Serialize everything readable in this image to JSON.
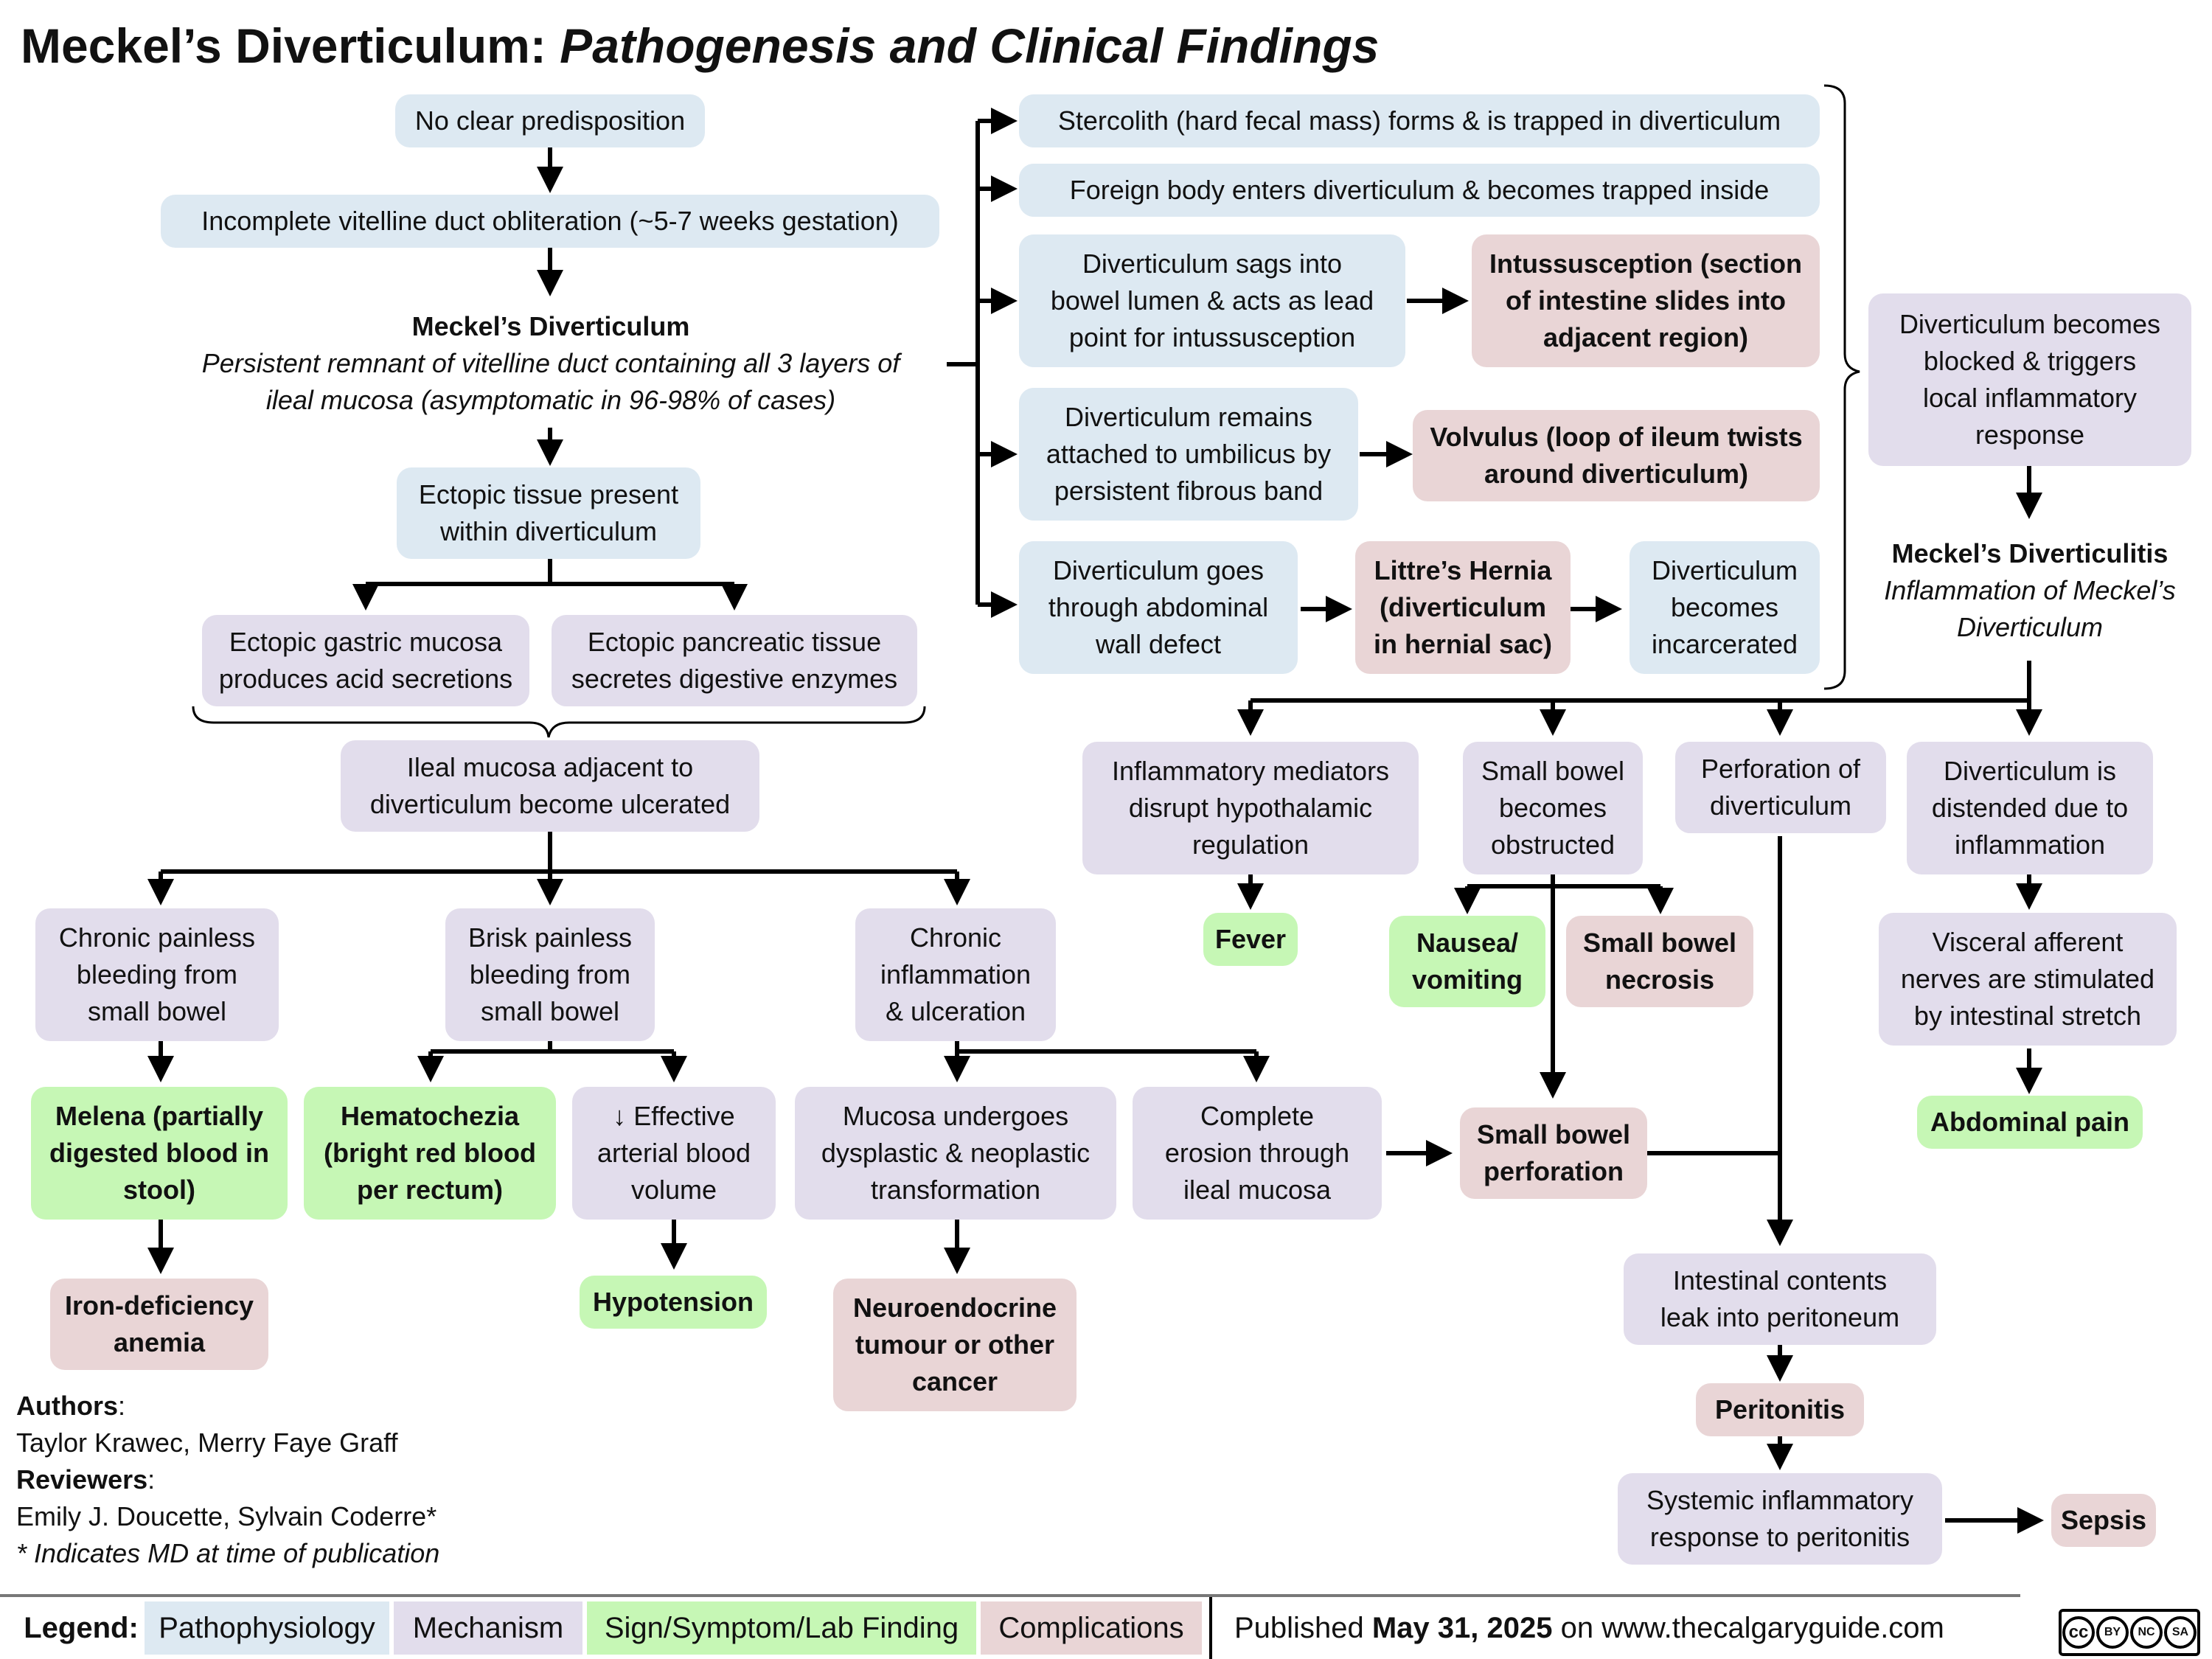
{
  "title": {
    "main": "Meckel’s Diverticulum:",
    "sub": "Pathogenesis and Clinical Findings"
  },
  "nodes": {
    "no_predisposition": "No clear predisposition",
    "incomplete_obliteration": "Incomplete vitelline duct obliteration (~5-7 weeks gestation)",
    "meckels_title": "Meckel’s Diverticulum",
    "meckels_def_1": "Persistent remnant of vitelline duct containing all 3 layers of",
    "meckels_def_2": "ileal mucosa (asymptomatic in 96-98% of cases)",
    "ectopic_present_1": "Ectopic tissue present",
    "ectopic_present_2": "within diverticulum",
    "ectopic_gastric_1": "Ectopic gastric mucosa",
    "ectopic_gastric_2": "produces acid secretions",
    "ectopic_pancreatic_1": "Ectopic pancreatic tissue",
    "ectopic_pancreatic_2": "secretes digestive enzymes",
    "ileal_ulcer_1": "Ileal mucosa adjacent to",
    "ileal_ulcer_2": "diverticulum become ulcerated",
    "chronic_bleed_1": "Chronic painless",
    "chronic_bleed_2": "bleeding from",
    "chronic_bleed_3": "small bowel",
    "brisk_bleed_1": "Brisk painless",
    "brisk_bleed_2": "bleeding from",
    "brisk_bleed_3": "small bowel",
    "chronic_inflam_1": "Chronic",
    "chronic_inflam_2": "inflammation",
    "chronic_inflam_3": "& ulceration",
    "melena_1": "Melena (partially",
    "melena_2": "digested blood in",
    "melena_3": "stool)",
    "hematochezia_1": "Hematochezia",
    "hematochezia_2": "(bright red blood",
    "hematochezia_3": "per rectum)",
    "arterial_vol_1": "↓ Effective",
    "arterial_vol_2": "arterial blood",
    "arterial_vol_3": "volume",
    "dysplastic_1": "Mucosa undergoes",
    "dysplastic_2": "dysplastic & neoplastic",
    "dysplastic_3": "transformation",
    "erosion_1": "Complete",
    "erosion_2": "erosion through",
    "erosion_3": "ileal mucosa",
    "iron_anemia_1": "Iron-deficiency",
    "iron_anemia_2": "anemia",
    "hypotension": "Hypotension",
    "neuroendocrine_1": "Neuroendocrine",
    "neuroendocrine_2": "tumour or other",
    "neuroendocrine_3": "cancer",
    "stercolith": "Stercolith (hard fecal mass) forms & is trapped in diverticulum",
    "foreign_body": "Foreign body enters diverticulum & becomes trapped inside",
    "sags_1": "Diverticulum sags into",
    "sags_2": "bowel lumen & acts as lead",
    "sags_3": "point for intussusception",
    "intussusception_1": "Intussusception (section",
    "intussusception_2": "of intestine slides into",
    "intussusception_3": "adjacent region)",
    "umbilicus_1": "Diverticulum remains",
    "umbilicus_2": "attached to umbilicus by",
    "umbilicus_3": "persistent fibrous band",
    "volvulus_1": "Volvulus (loop of ileum twists",
    "volvulus_2": "around diverticulum)",
    "wall_defect_1": "Diverticulum goes",
    "wall_defect_2": "through abdominal",
    "wall_defect_3": "wall defect",
    "littre_1": "Littre’s Hernia",
    "littre_2": "(diverticulum",
    "littre_3": "in hernial sac)",
    "incarcerated_1": "Diverticulum",
    "incarcerated_2": "becomes",
    "incarcerated_3": "incarcerated",
    "blocked_1": "Diverticulum becomes",
    "blocked_2": "blocked & triggers",
    "blocked_3": "local inflammatory",
    "blocked_4": "response",
    "diverticulitis_title": "Meckel’s Diverticulitis",
    "diverticulitis_def_1": "Inflammation of Meckel’s",
    "diverticulitis_def_2": "Diverticulum",
    "mediators_1": "Inflammatory mediators",
    "mediators_2": "disrupt hypothalamic",
    "mediators_3": "regulation",
    "obstructed_1": "Small bowel",
    "obstructed_2": "becomes",
    "obstructed_3": "obstructed",
    "perforation_div_1": "Perforation of",
    "perforation_div_2": "diverticulum",
    "distended_1": "Diverticulum is",
    "distended_2": "distended due to",
    "distended_3": "inflammation",
    "fever": "Fever",
    "nausea_1": "Nausea/",
    "nausea_2": "vomiting",
    "necrosis_1": "Small bowel",
    "necrosis_2": "necrosis",
    "visceral_1": "Visceral afferent",
    "visceral_2": "nerves are stimulated",
    "visceral_3": "by intestinal stretch",
    "sb_perforation_1": "Small bowel",
    "sb_perforation_2": "perforation",
    "abdominal_pain": "Abdominal pain",
    "leak_1": "Intestinal contents",
    "leak_2": "leak into peritoneum",
    "peritonitis": "Peritonitis",
    "systemic_1": "Systemic inflammatory",
    "systemic_2": "response to peritonitis",
    "sepsis": "Sepsis"
  },
  "authors": {
    "authors_label": "Authors",
    "authors_names": "Taylor Krawec, Merry Faye Graff",
    "reviewers_label": "Reviewers",
    "reviewers_names": "Emily J. Doucette, Sylvain Coderre*",
    "footnote": "* Indicates MD at time of publication"
  },
  "legend": {
    "label": "Legend:",
    "pathophysiology": "Pathophysiology",
    "mechanism": "Mechanism",
    "sign": "Sign/Symptom/Lab Finding",
    "complications": "Complications"
  },
  "published": {
    "prefix": "Published",
    "date": "May 31, 2025",
    "on": "on",
    "site": "www.thecalgaryguide.com"
  },
  "license": {
    "cc": "cc",
    "by": "BY",
    "nc": "NC",
    "sa": "SA"
  },
  "colors": {
    "pathophysiology": "#dde9f2",
    "mechanism": "#e2ddec",
    "sign": "#c6f7b5",
    "complication": "#e9d5d6"
  }
}
